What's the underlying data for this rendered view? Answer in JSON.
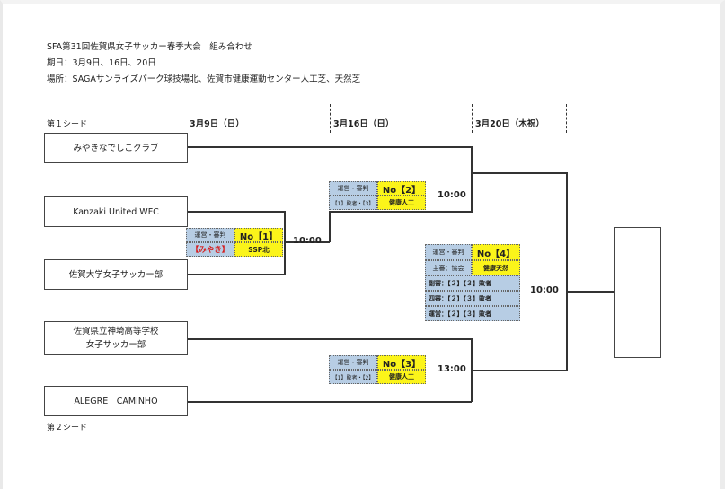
{
  "header": {
    "title": "SFA第31回佐賀県女子サッカー春季大会　組み合わせ",
    "dates_line": "期日：3月9日、16日、20日",
    "venue_line": "場所：SAGAサンライズパーク球技場北、佐賀市健康運動センター人工芝、天然芝"
  },
  "seeds": {
    "first": "第１シード",
    "second": "第２シード"
  },
  "dates": [
    "3月9日（日）",
    "3月16日（日）",
    "3月20日（木祝）"
  ],
  "teams": [
    {
      "lines": [
        "みやきなでしこクラブ"
      ]
    },
    {
      "lines": [
        "Kanzaki United WFC"
      ]
    },
    {
      "lines": [
        "佐賀大学女子サッカー部"
      ]
    },
    {
      "lines": [
        "佐賀県立神埼高等学校",
        "女子サッカー部"
      ]
    },
    {
      "lines": [
        "ALEGRE　CAMINHO"
      ]
    }
  ],
  "matches": {
    "m1": {
      "staff_label": "運営・審判",
      "no": "No【1】",
      "staff": "【みやき】",
      "venue": "SSP北",
      "time": "10:00"
    },
    "m2": {
      "staff_label": "運営・審判",
      "no": "No【2】",
      "staff": "【1】敗者・【3】",
      "venue": "健康人工",
      "time": "10:00"
    },
    "m3": {
      "staff_label": "運営・審判",
      "no": "No【3】",
      "staff": "【1】敗者・【2】",
      "venue": "健康人工",
      "time": "13:00"
    },
    "m4": {
      "staff_label": "運営・審判",
      "no": "No【4】",
      "chief_label": "主審：協会",
      "venue": "健康天然",
      "rows": [
        "副審：【２】【３】敗者",
        "四審：【２】【３】敗者",
        "運営：【２】【３】敗者"
      ],
      "time": "10:00"
    }
  }
}
